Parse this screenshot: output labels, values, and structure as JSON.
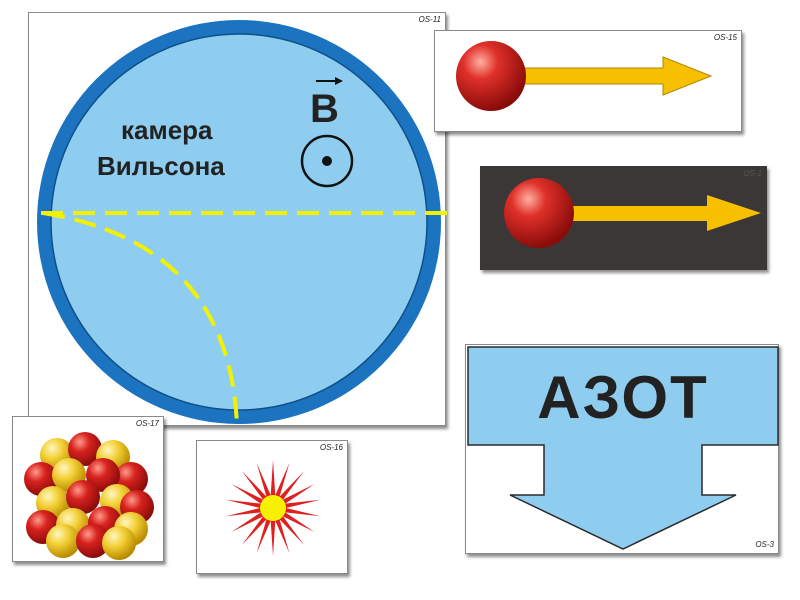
{
  "colors": {
    "chamber_fill": "#8fcdf0",
    "chamber_ring": "#1c73c0",
    "track_dash": "#f2f200",
    "ball_red": "#d3201d",
    "ball_yellow": "#f2cf34",
    "arrow_yellow": "#f6c000",
    "dark_card": "#3a3736",
    "nitrogen_blue": "#8fcdf0",
    "star_red": "#e02020",
    "star_yellow": "#f7f000"
  },
  "cloud_chamber": {
    "code": "ОЅ-11",
    "label_line1": "камера",
    "label_line2": "Вильсона",
    "field_symbol": "B",
    "field_direction": "out-of-page (dot in circle)"
  },
  "particle_light": {
    "code": "ОЅ-15"
  },
  "particle_dark": {
    "code": "ОЅ-1"
  },
  "nucleus": {
    "code": "ОЅ-17"
  },
  "flash": {
    "code": "ОЅ-16"
  },
  "nitrogen": {
    "code": "ОЅ-3",
    "label": "АЗОТ"
  },
  "icons": [
    "magnetic-field-out-icon",
    "red-particle-icon",
    "yellow-arrow-icon",
    "atomic-nucleus-icon",
    "flash-star-icon",
    "down-arrow-icon"
  ]
}
